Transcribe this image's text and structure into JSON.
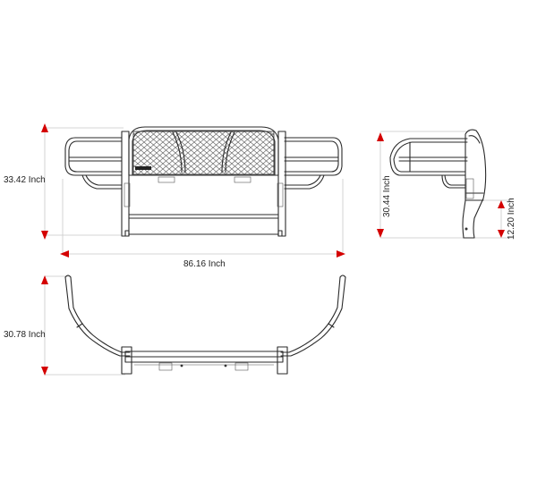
{
  "colors": {
    "arrow": "#d40000",
    "line": "#2a2a2a",
    "dimline": "#c8c8c8",
    "background": "#ffffff"
  },
  "front_view": {
    "height_label": "33.42 Inch",
    "width_label": "86.16 Inch"
  },
  "side_view": {
    "height_label": "30.44 Inch",
    "lower_height_label": "12.20 Inch"
  },
  "top_view": {
    "depth_label": "30.78 Inch"
  }
}
